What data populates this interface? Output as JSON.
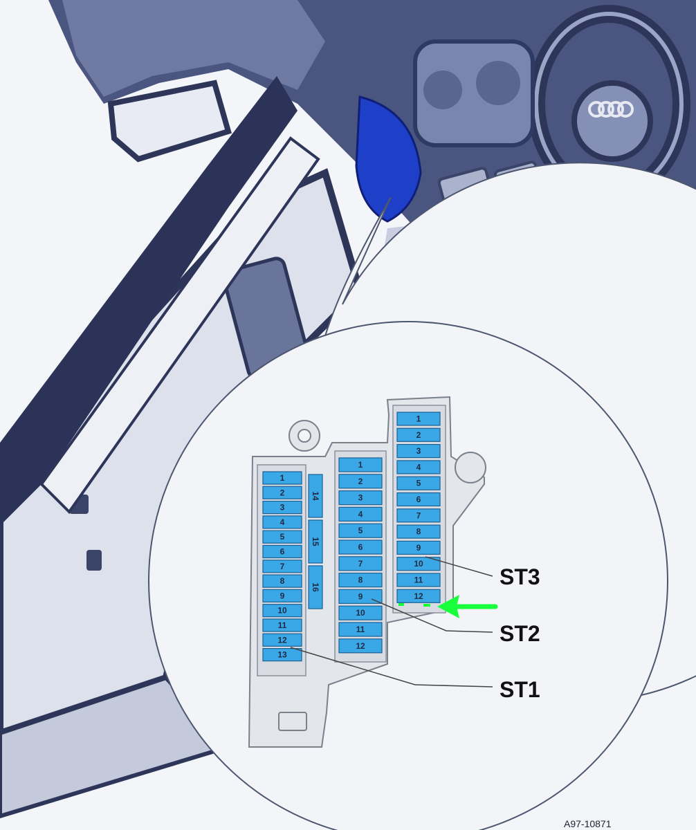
{
  "fuse_panels": {
    "st1": {
      "label": "ST1",
      "main_fuses": [
        "1",
        "2",
        "3",
        "4",
        "5",
        "6",
        "7",
        "8",
        "9",
        "10",
        "11",
        "12",
        "13"
      ],
      "vertical_fuses": [
        "14",
        "15",
        "16"
      ]
    },
    "st2": {
      "label": "ST2",
      "fuses": [
        "1",
        "2",
        "3",
        "4",
        "5",
        "6",
        "7",
        "8",
        "9",
        "10",
        "11",
        "12"
      ]
    },
    "st3": {
      "label": "ST3",
      "fuses": [
        "1",
        "2",
        "3",
        "4",
        "5",
        "6",
        "7",
        "8",
        "9",
        "10",
        "11",
        "12"
      ]
    }
  },
  "highlight": {
    "panel": "st3",
    "fuse": "12",
    "color": "#1aff3c"
  },
  "colors": {
    "fuse_fill": "#3aa8e6",
    "fuse_stroke": "#1b5f93",
    "interior_dark": "#3e4a74",
    "interior_mid": "#7c87ad",
    "interior_light": "#c9cfe2",
    "callout_blue": "#1e3fc8"
  },
  "footer": {
    "code": "A97-10871"
  }
}
